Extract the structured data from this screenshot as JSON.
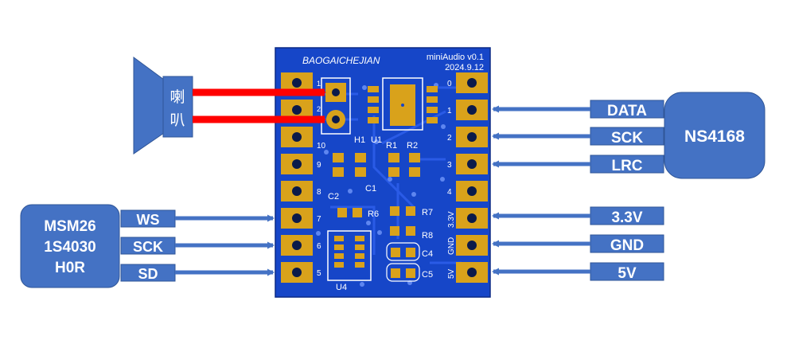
{
  "speaker": {
    "label_line1": "喇",
    "label_line2": "叭"
  },
  "board": {
    "brand": "BAOGAICHEJIAN",
    "model": "miniAudio  v0.1",
    "date": "2024.9.12",
    "left_pins": [
      "10",
      "9",
      "8",
      "7",
      "6",
      "5"
    ],
    "right_pins": [
      "0",
      "1",
      "2",
      "3",
      "4"
    ],
    "right_pin_labels": [
      "3.3V",
      "GND",
      "5V"
    ],
    "speaker_pads": [
      "1",
      "2"
    ],
    "components": {
      "h1": "H1",
      "u1": "U1",
      "r1": "R1",
      "r2": "R2",
      "c1": "C1",
      "c2": "C2",
      "r6": "R6",
      "r7": "R7",
      "r8": "R8",
      "c4": "C4",
      "c5": "C5",
      "u4": "U4"
    }
  },
  "mic": {
    "name_line1": "MSM26",
    "name_line2": "1S4030",
    "name_line3": "H0R",
    "signals": [
      "WS",
      "SCK",
      "SD"
    ]
  },
  "amp": {
    "name": "NS4168",
    "signals": [
      "DATA",
      "SCK",
      "LRC"
    ]
  },
  "power": [
    "3.3V",
    "GND",
    "5V"
  ],
  "colors": {
    "box_fill": "#4472c4",
    "box_stroke": "#2f5597",
    "pcb": "#1646c8",
    "pad_gold": "#d9a21b",
    "wire_red": "#ff0000"
  }
}
